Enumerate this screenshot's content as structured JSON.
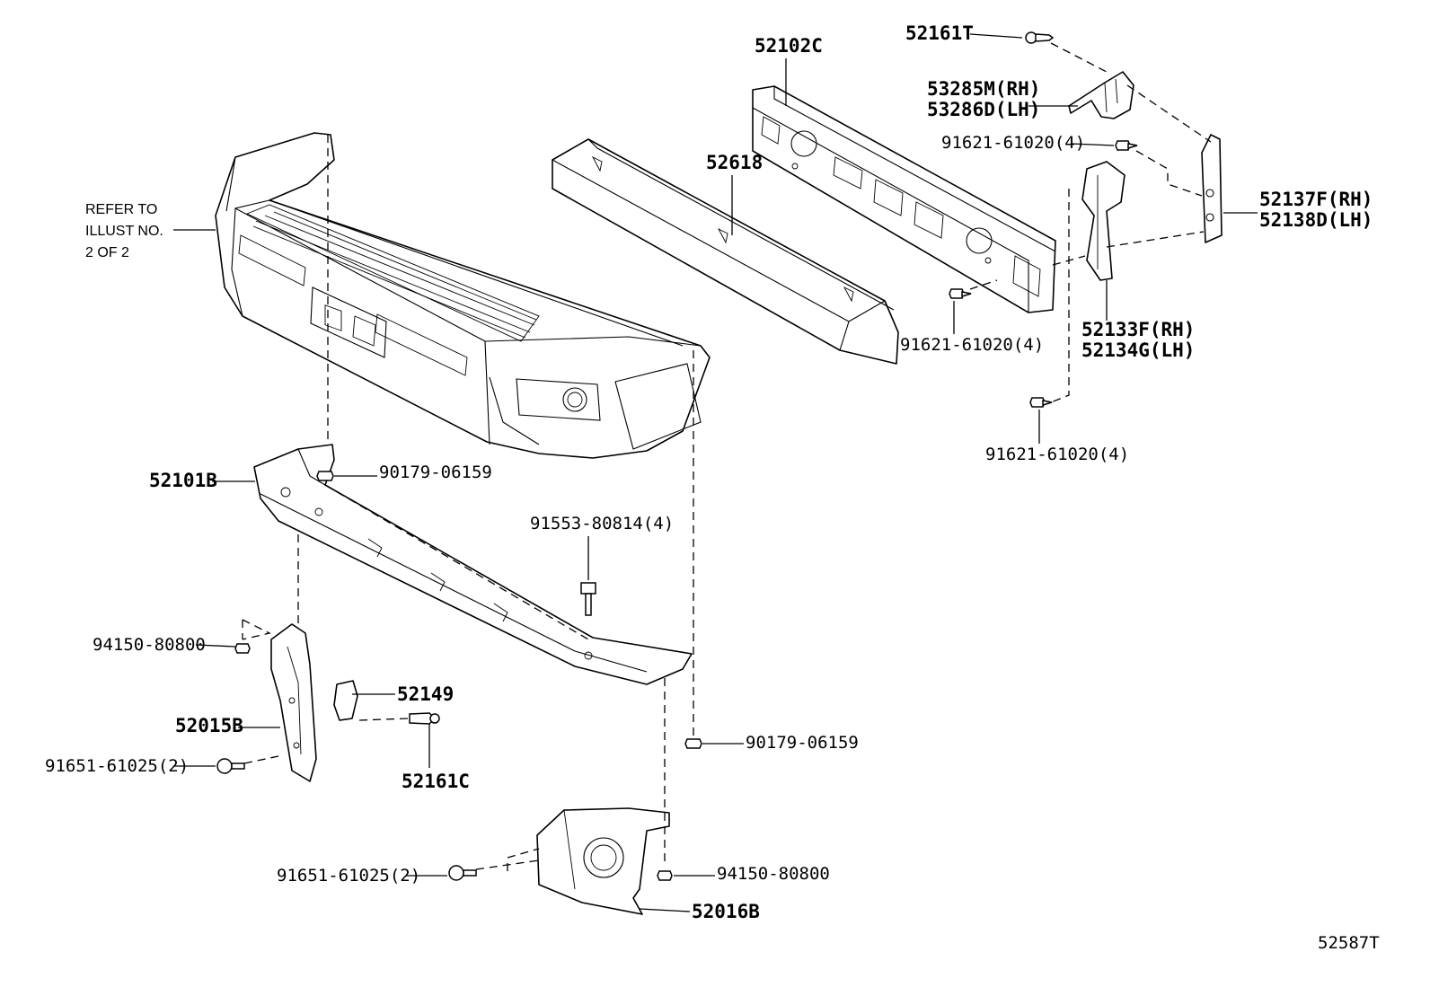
{
  "note": {
    "line1": "REFER TO",
    "line2": "ILLUST NO.",
    "line3": "2 OF 2"
  },
  "labels": {
    "p52102C": "52102C",
    "p52161T": "52161T",
    "p53285M": "53285M(RH)",
    "p53286D": "53286D(LH)",
    "p91621_a": "91621-61020(4)",
    "p52137F": "52137F(RH)",
    "p52138D": "52138D(LH)",
    "p52618": "52618",
    "p91621_b": "91621-61020(4)",
    "p52133F": "52133F(RH)",
    "p52134G": "52134G(LH)",
    "p91621_c": "91621-61020(4)",
    "p52101B": "52101B",
    "p90179_a": "90179-06159",
    "p91553": "91553-80814(4)",
    "p94150_a": "94150-80800",
    "p52149": "52149",
    "p52015B": "52015B",
    "p91651_a": "91651-61025(2)",
    "p52161C": "52161C",
    "p90179_b": "90179-06159",
    "p91651_b": "91651-61025(2)",
    "p94150_b": "94150-80800",
    "p52016B": "52016B"
  },
  "diagram_id": "52587T"
}
